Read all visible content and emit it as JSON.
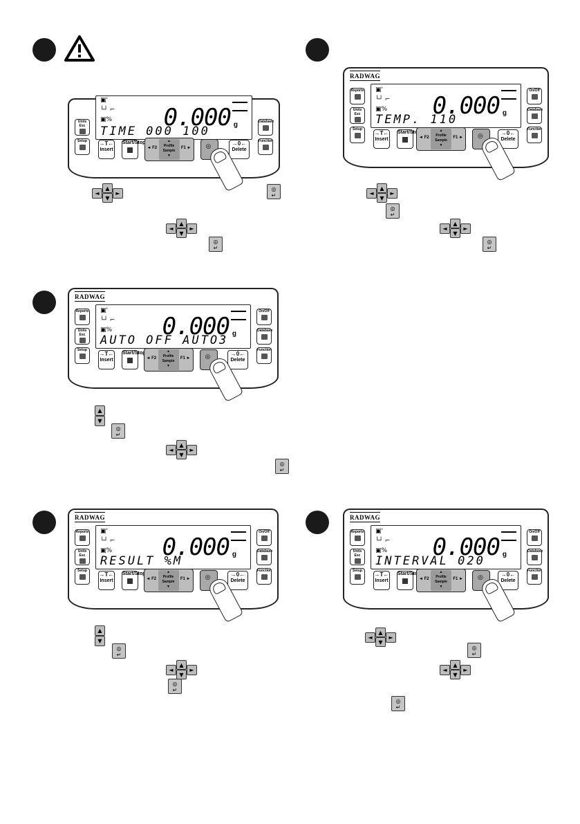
{
  "brand": "RADWAG",
  "warning_icon": "warning-triangle-icon",
  "panels": [
    {
      "id": "p1",
      "message": "TIME 000 100",
      "weight": "0.000",
      "unit": "g",
      "icons": [
        "calibration-icon",
        "stability-icon",
        "percent-icon"
      ]
    },
    {
      "id": "p2",
      "message": "TEMP. 110",
      "weight": "0.000",
      "unit": "g",
      "icons": [
        "calibration-icon",
        "stability-icon",
        "percent-icon"
      ]
    },
    {
      "id": "p3",
      "message": "AUTO OFF AUTO3",
      "weight": "0.000",
      "unit": "g",
      "icons": [
        "calibration-icon",
        "stability-icon",
        "percent-icon"
      ]
    },
    {
      "id": "p4",
      "message": "RESULT %M",
      "weight": "0.000",
      "unit": "g",
      "icons": [
        "calibration-icon",
        "stability-icon",
        "percent-icon"
      ]
    },
    {
      "id": "p5",
      "message": "INTERVAL 020",
      "weight": "0.000",
      "unit": "g",
      "icons": [
        "calibration-icon",
        "stability-icon",
        "percent-icon"
      ]
    }
  ],
  "keys": {
    "reports": "Reports",
    "units": "Units",
    "esc": "Esc",
    "setup": "Setup",
    "tare": "→T←",
    "insert": "Insert",
    "startstop": "Start/Stop",
    "profile": "Profile",
    "sample": "Sample",
    "f2": "◄ F2",
    "f1": "F1 ►",
    "zero": "→0←",
    "delete": "Delete",
    "onoff": "On/Off",
    "database": "Database",
    "function": "Function"
  },
  "glyphs": {
    "up": "▲",
    "down": "▼",
    "left": "◄",
    "right": "►",
    "enter": "↵",
    "enter_top": "◎"
  }
}
